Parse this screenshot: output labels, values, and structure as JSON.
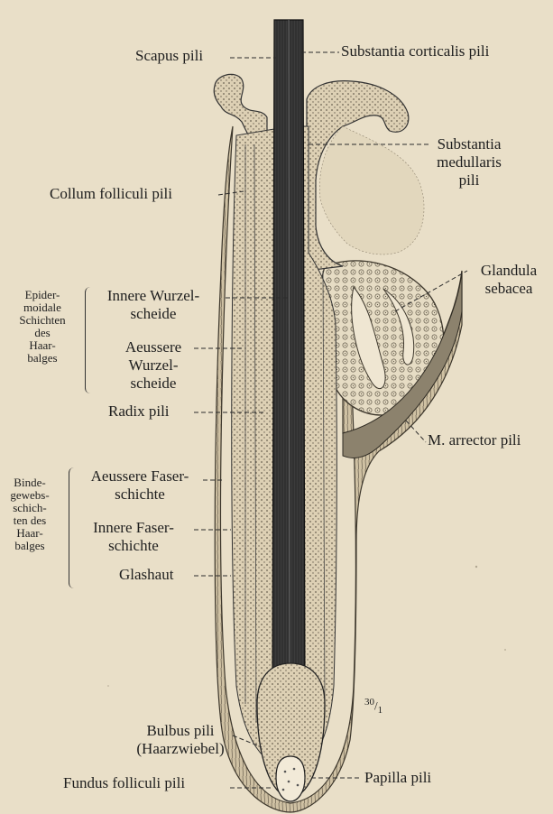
{
  "labels": {
    "scapus": "Scapus pili",
    "corticalis": "Substantia corticalis pili",
    "medullaris": [
      "Substantia",
      "medullaris",
      "pili"
    ],
    "collum": "Collum folliculi pili",
    "glandula": [
      "Glandula",
      "sebacea"
    ],
    "innere_wurzel": [
      "Innere Wurzel-",
      "scheide"
    ],
    "aeussere_wurzel": [
      "Aeussere",
      "Wurzel-",
      "scheide"
    ],
    "radix": "Radix pili",
    "arrector": "M. arrector pili",
    "aeussere_faser": [
      "Aeussere Faser-",
      "schichte"
    ],
    "innere_faser": [
      "Innere Faser-",
      "schichte"
    ],
    "glashaut": "Glashaut",
    "bulbus": [
      "Bulbus pili",
      "(Haarzwiebel)"
    ],
    "fundus": "Fundus folliculi pili",
    "papilla": "Papilla pili"
  },
  "groups": {
    "epidermoidale": [
      "Epider-",
      "moidale",
      "Schichten",
      "des",
      "Haar-",
      "balges"
    ],
    "bindegewebs": [
      "Binde-",
      "gewebs-",
      "schich-",
      "ten des",
      "Haar-",
      "balges"
    ]
  },
  "magnification": {
    "num": "30",
    "den": "1"
  },
  "colors": {
    "background": "#e9dfc8",
    "ink": "#2b2b2b",
    "shaft": "#3a3a3a",
    "tissue": "#d9ccb0"
  }
}
